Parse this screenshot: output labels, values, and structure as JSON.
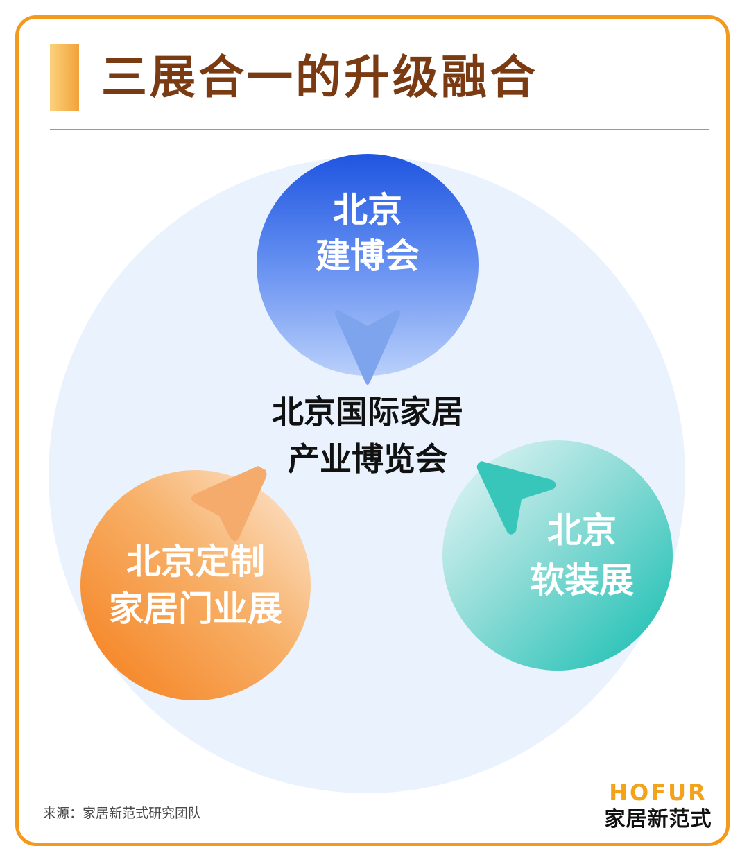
{
  "title": "三展合一的升级融合",
  "nodes": {
    "top": {
      "line1": "北京",
      "line2": "建博会"
    },
    "left": {
      "line1": "北京定制",
      "line2": "家居门业展"
    },
    "right": {
      "line1": "北京",
      "line2": "软装展"
    }
  },
  "center": {
    "line1": "北京国际家居",
    "line2": "产业博览会"
  },
  "source": "来源：家居新范式研究团队",
  "logo": {
    "en": "HOFUR",
    "cn": "家居新范式"
  },
  "colors": {
    "frame": "#f39a1e",
    "title": "#7a3a12",
    "blue": "#1f55e0",
    "orange": "#f57d1a",
    "teal": "#11bdb0",
    "background_circle": "#eaf3fd"
  }
}
